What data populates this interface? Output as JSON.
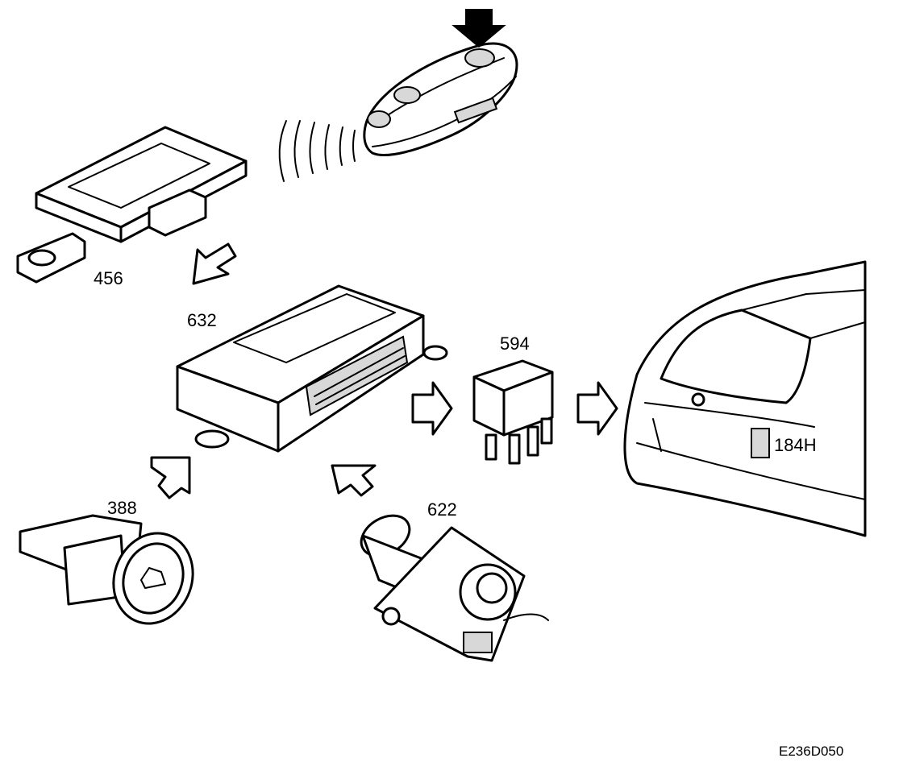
{
  "labels": {
    "receiver": "456",
    "control_unit": "632",
    "relay": "594",
    "lock_cylinder_switch": "388",
    "ignition_switch": "622",
    "tailgate_lock": "184H"
  },
  "figure_code": "E236D050",
  "icons": [
    "remote-key-icon",
    "receiver-module-icon",
    "control-unit-icon",
    "relay-icon",
    "car-rear-icon",
    "switch-icon",
    "ignition-lock-icon",
    "flow-arrow-icon",
    "signal-waves-icon"
  ]
}
